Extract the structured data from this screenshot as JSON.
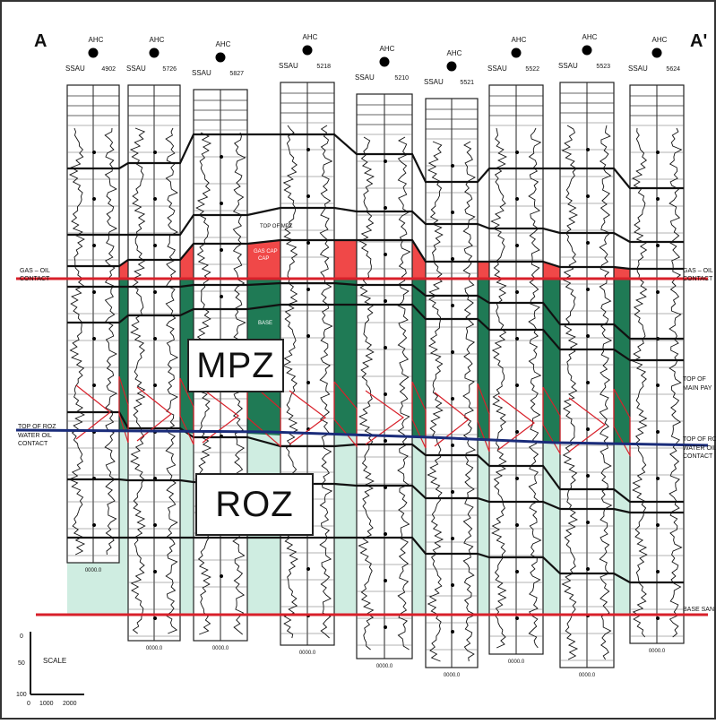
{
  "section": {
    "start_label": "A",
    "end_label": "A'"
  },
  "wells": [
    {
      "symbol": "AHC",
      "name": "SSAU",
      "number": "4902",
      "base_label": "0000.0"
    },
    {
      "symbol": "AHC",
      "name": "SSAU",
      "number": "5726",
      "base_label": "0000.0"
    },
    {
      "symbol": "AHC",
      "name": "SSAU",
      "number": "5827",
      "base_label": "0000.0"
    },
    {
      "symbol": "AHC",
      "name": "SSAU",
      "number": "5218",
      "base_label": "0000.0"
    },
    {
      "symbol": "AHC",
      "name": "SSAU",
      "number": "5210",
      "base_label": "0000.0"
    },
    {
      "symbol": "AHC",
      "name": "SSAU",
      "number": "5521",
      "base_label": "0000.0"
    },
    {
      "symbol": "AHC",
      "name": "SSAU",
      "number": "5522",
      "base_label": "0000.0"
    },
    {
      "symbol": "AHC",
      "name": "SSAU",
      "number": "5523",
      "base_label": "0000.0"
    },
    {
      "symbol": "AHC",
      "name": "SSAU",
      "number": "5624",
      "base_label": "0000.0"
    }
  ],
  "labels": {
    "gas_oil_left": [
      "GAS – OIL",
      "CONTACT"
    ],
    "gas_oil_right": [
      "GAS – OIL",
      "CONTACT"
    ],
    "roz_left": [
      "TOP OF ROZ",
      "WATER OIL",
      "CONTACT"
    ],
    "roz_right": [
      "TOP OF ROZ",
      "WATER OIL",
      "CONTACT"
    ],
    "top_right": [
      "TOP OF",
      "MAIN PAY"
    ],
    "base_right": "BASE SAN",
    "top_of_mpz": "TOP OF MPZ",
    "gas_cap": [
      "GAS CAP",
      "CAP"
    ],
    "small_note": "BASE",
    "mpz": "MPZ",
    "roz": "ROZ"
  },
  "scale": {
    "title": "SCALE",
    "y_ticks": [
      "0",
      "50",
      "100"
    ],
    "x_ticks": [
      "0",
      "1000",
      "2000"
    ]
  },
  "colors": {
    "gas": "#f04848",
    "mpz": "#1f7a55",
    "roz": "#c7eadc",
    "contact_red": "#d8202a",
    "water_blue": "#1a2c7a",
    "line": "#111111"
  }
}
